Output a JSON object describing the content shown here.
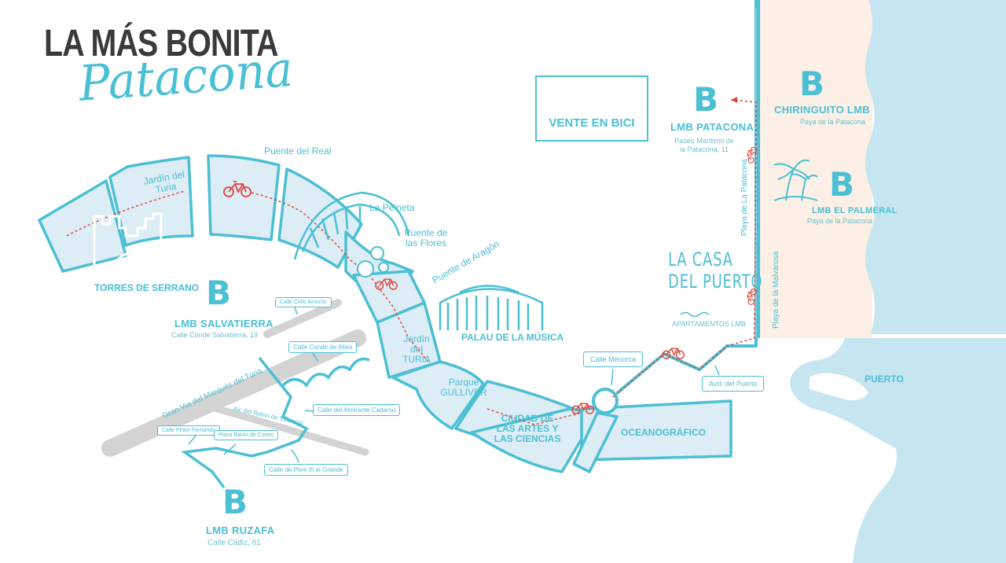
{
  "title": {
    "line1": "LA MÁS BONITA",
    "line2": "Patacona"
  },
  "colors": {
    "accent": "#4bbfd4",
    "route_fill": "#dcedf6",
    "beach": "#fbefe6",
    "sea": "#c5e6f1",
    "road": "#d3d3d3",
    "bike": "#e0443b",
    "dark_text": "#3a3a3a"
  },
  "promo": {
    "label": "VENTE EN BICI",
    "icon": "bicycle-icon"
  },
  "route_labels": {
    "jardin_turia_1": "Jardín del Turia",
    "puente_real": "Puente del Real",
    "la_peineta": "La Peineta",
    "puente_flores": "Puente de las Flores",
    "puente_aragon": "Puente de Aragón",
    "jardin_turia_2": "Jardín del TURIA",
    "parque_gulliver": "Parque GULLIVER",
    "ciudad_artes": "CIUDAD DE LAS ARTES Y LAS CIENCIAS",
    "oceanografico": "OCEANOGRÁFICO",
    "torres_serrano": "TORRES DE SERRANO",
    "palau_musica": "PALAU DE LA MÚSICA",
    "puerto": "PUERTO"
  },
  "streets": {
    "gran_via": "Gran Via del Marqués del Túria",
    "reino_valencia": "Av. del Reino de Valencia",
    "playa_patacona": "Playa de La Patacona",
    "playa_malvarrosa": "Playa de la Malvarosa"
  },
  "callouts": {
    "cirilo": "Calle Cirilo Amorós",
    "conde_altea": "Calle Conde de Altea",
    "almirante": "Calle del Almirante Cadarso",
    "pintor": "Calle Pintor Fernando",
    "baron": "Plaza Barón de Cortes",
    "pere": "Calle de Pere III el Grande",
    "menorca": "Calle Menorca",
    "av_puerto": "Avd. del Puerto"
  },
  "locations": {
    "salvatierra": {
      "name": "LMB SALVATIERRA",
      "address": "Calle Conde Salvatierra, 19"
    },
    "ruzafa": {
      "name": "LMB RUZAFA",
      "address": "Calle Cádiz, 61"
    },
    "patacona": {
      "name": "LMB PATACONA",
      "address1": "Paseo Marítimo de",
      "address2": "la Patacona, 11"
    },
    "chiringuito": {
      "name": "CHIRINGUITO LMB",
      "address": "Paya de la Patacona"
    },
    "palmeral": {
      "name": "LMB EL PALMERAL",
      "address": "Paya de la Patacona"
    },
    "logo_letter": "B"
  },
  "casa_puerto": {
    "line1": "LA CASA",
    "line2": "DEL PUERTO",
    "subtitle": "APARTAMENTOS LMB"
  }
}
